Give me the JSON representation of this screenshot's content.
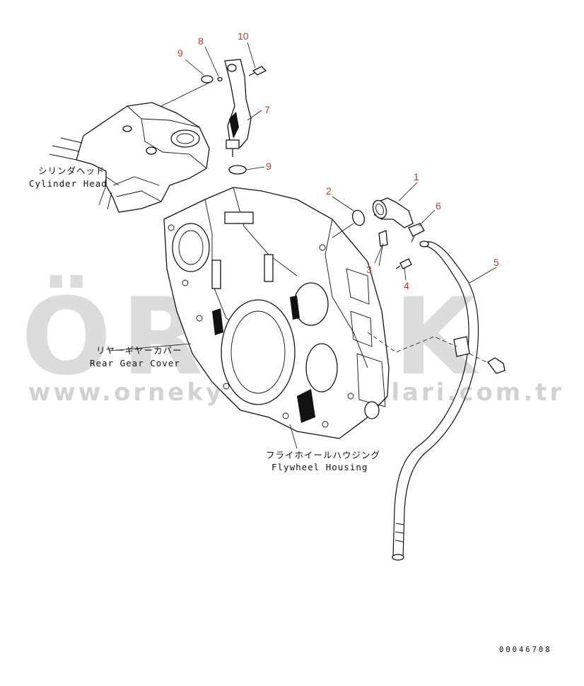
{
  "watermark": {
    "brand": "ÖRNEK",
    "url": "www.ornekyedekparcalari.com.tr",
    "accent_color": "#f0c040"
  },
  "callouts": {
    "c1": "1",
    "c2": "2",
    "c3": "3",
    "c4": "4",
    "c5": "5",
    "c6": "6",
    "c7": "7",
    "c8": "8",
    "c9a": "9",
    "c9b": "9",
    "c10": "10"
  },
  "labels": {
    "cylinder_head_jp": "シリンダヘッド",
    "cylinder_head_en": "Cylinder Head",
    "rear_gear_cover_jp": "リヤーギヤーカバー",
    "rear_gear_cover_en": "Rear Gear Cover",
    "flywheel_housing_jp": "フライホイールハウジング",
    "flywheel_housing_en": "Flywheel Housing"
  },
  "document_number": "00046708",
  "colors": {
    "callout": "#c0392b",
    "line": "#111111",
    "watermark": "#dcdcdc"
  }
}
